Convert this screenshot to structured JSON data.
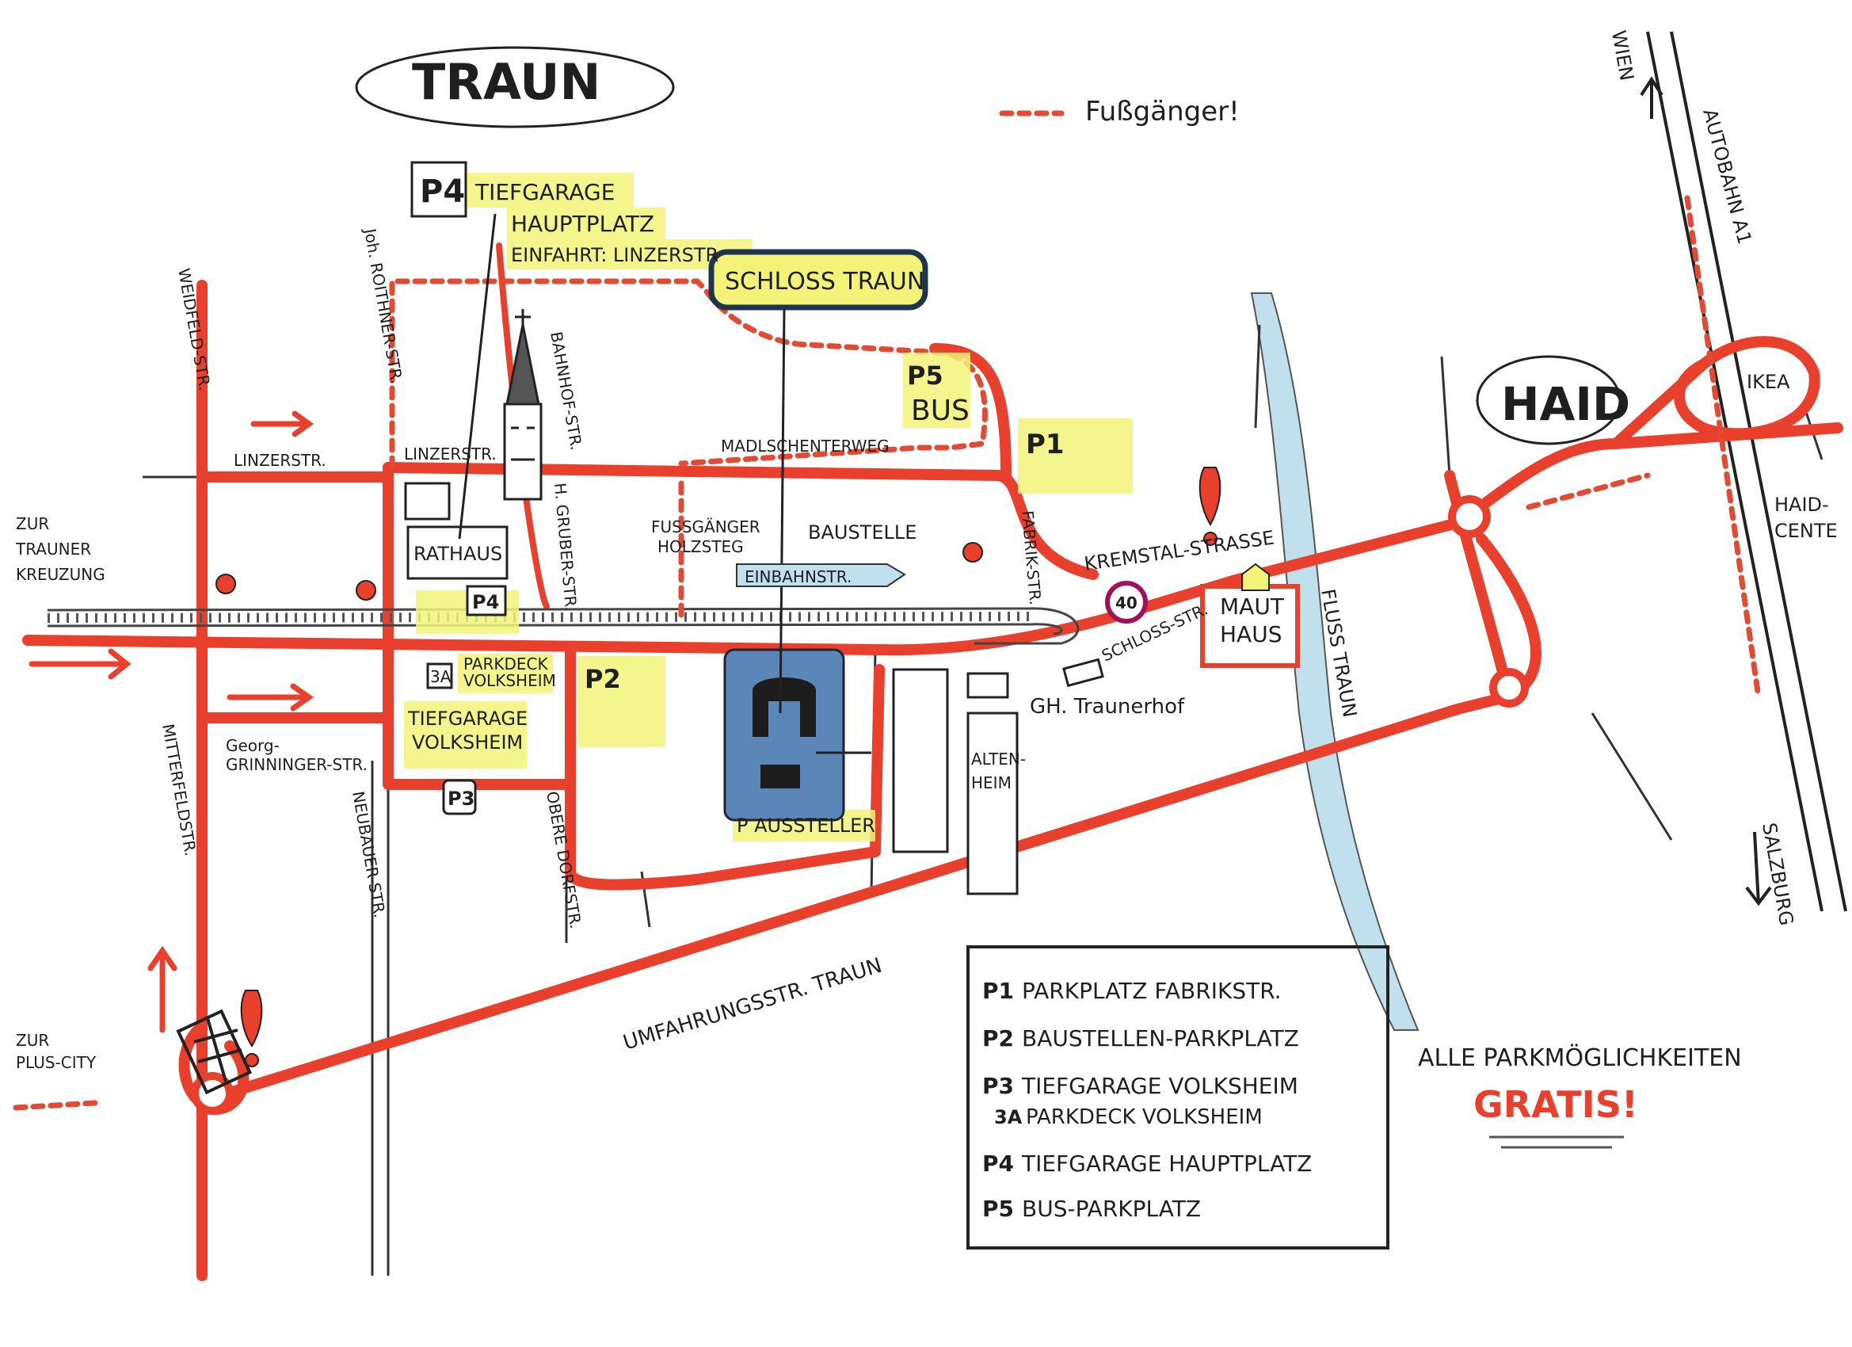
{
  "towns": {
    "traun": "TRAUN",
    "haid": "HAID"
  },
  "legend_foot": "Fußgänger!",
  "poi": {
    "schloss": "SCHLOSS TRAUN",
    "rathaus": "RATHAUS",
    "baustelle": "BAUSTELLE",
    "fussgaenger_holzsteg": [
      "FUSSGÄNGER",
      "HOLZSTEG"
    ],
    "einbahn": "EINBAHNSTR.",
    "maut_haus": [
      "MAUT",
      "HAUS"
    ],
    "gh_traunerhof": "GH. Traunerhof",
    "altenheim": [
      "ALTEN-",
      "HEIM"
    ],
    "ikea": "IKEA",
    "haid_center": [
      "HAID-",
      "CENTE"
    ],
    "fluss": "FLUSS TRAUN",
    "speed_sign": "40"
  },
  "parking": {
    "p4_lines": [
      "TIEFGARAGE",
      "HAUPTPLATZ",
      "EINFAHRT: LINZERSTR"
    ],
    "p5_label": "BUS",
    "p1": "P1",
    "p2": "P2",
    "p3": "P3",
    "p4": "P4",
    "p5": "P5",
    "p3a": "3A",
    "parkdeck": [
      "PARKDECK",
      "VOLKSHEIM"
    ],
    "tiefgarage_volksheim": [
      "TIEFGARAGE",
      "VOLKSHEIM"
    ],
    "aussteller": "P AUSSTELLER"
  },
  "streets": {
    "weidfeld": "WEIDFELD-STR.",
    "roithner": "Joh. ROITHNER-STR.",
    "bahnhof": "BAHNHOF-STR.",
    "gruber": "H. GRUBER-STR.",
    "linzer_w": "LINZERSTR.",
    "linzer_e": "LINZERSTR.",
    "madlschenter": "MADLSCHENTERWEG",
    "fabrik": "FABRIK-STR.",
    "kremstal": "KREMSTAL-STRASSE",
    "schloss": "SCHLOSS-STR.",
    "grinninger": [
      "Georg-",
      "GRINNINGER-STR."
    ],
    "mitterfeld": "MITTERFELDSTR.",
    "neubauer": "NEUBAUER-STR.",
    "oberedorf": "OBERE DORFSTR.",
    "umfahrung": "UMFAHRUNGSSTR. TRAUN",
    "autobahn": "AUTOBAHN A1",
    "wien": "WIEN",
    "salzburg": "SALZBURG",
    "zur_trauner": [
      "ZUR",
      "TRAUNER",
      "KREUZUNG"
    ],
    "zur_plus": [
      "ZUR",
      "PLUS-CITY"
    ]
  },
  "legend": [
    {
      "code": "P1",
      "text": "PARKPLATZ FABRIKSTR."
    },
    {
      "code": "P2",
      "text": "BAUSTELLEN-PARKPLATZ"
    },
    {
      "code": "P3",
      "text": "TIEFGARAGE VOLKSHEIM"
    },
    {
      "code": "3A",
      "text": "PARKDECK VOLKSHEIM"
    },
    {
      "code": "P4",
      "text": "TIEFGARAGE HAUPTPLATZ"
    },
    {
      "code": "P5",
      "text": "BUS-PARKPLATZ"
    }
  ],
  "note": {
    "line1": "ALLE PARKMÖGLICHKEITEN",
    "line2": "GRATIS!"
  },
  "colors": {
    "road": "#e8402d",
    "highlight": "#f3f37a",
    "river": "#bfe0ec",
    "castle": "#5b86b8"
  }
}
